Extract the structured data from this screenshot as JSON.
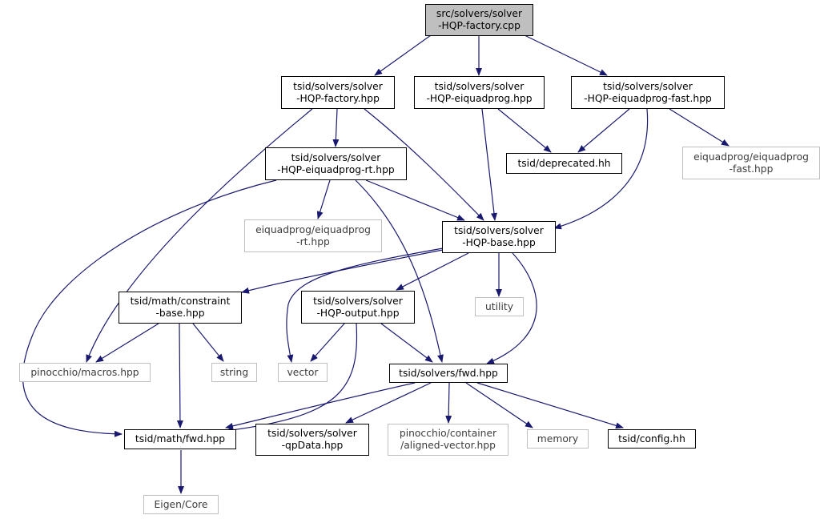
{
  "colors": {
    "edge": "#191970",
    "root_fill": "#bfbfbf",
    "ext_border": "#bfbfbf",
    "node_border": "#000000"
  },
  "nodes": {
    "root": "src/solvers/solver\n-HQP-factory.cpp",
    "factory_hpp": "tsid/solvers/solver\n-HQP-factory.hpp",
    "eiquadprog_hpp": "tsid/solvers/solver\n-HQP-eiquadprog.hpp",
    "eiquadprog_fast_hpp": "tsid/solvers/solver\n-HQP-eiquadprog-fast.hpp",
    "deprecated_hh": "tsid/deprecated.hh",
    "ext_eiquadprog_fast": "eiquadprog/eiquadprog\n-fast.hpp",
    "eiquadprog_rt_hpp": "tsid/solvers/solver\n-HQP-eiquadprog-rt.hpp",
    "ext_eiquadprog_rt": "eiquadprog/eiquadprog\n-rt.hpp",
    "base_hpp": "tsid/solvers/solver\n-HQP-base.hpp",
    "constraint_base_hpp": "tsid/math/constraint\n-base.hpp",
    "output_hpp": "tsid/solvers/solver\n-HQP-output.hpp",
    "ext_utility": "utility",
    "ext_pinocchio_macros": "pinocchio/macros.hpp",
    "ext_string": "string",
    "ext_vector": "vector",
    "solvers_fwd_hpp": "tsid/solvers/fwd.hpp",
    "math_fwd_hpp": "tsid/math/fwd.hpp",
    "qpdata_hpp": "tsid/solvers/solver\n-qpData.hpp",
    "ext_aligned_vector": "pinocchio/container\n/aligned-vector.hpp",
    "ext_memory": "memory",
    "config_hh": "tsid/config.hh",
    "ext_eigen_core": "Eigen/Core"
  }
}
